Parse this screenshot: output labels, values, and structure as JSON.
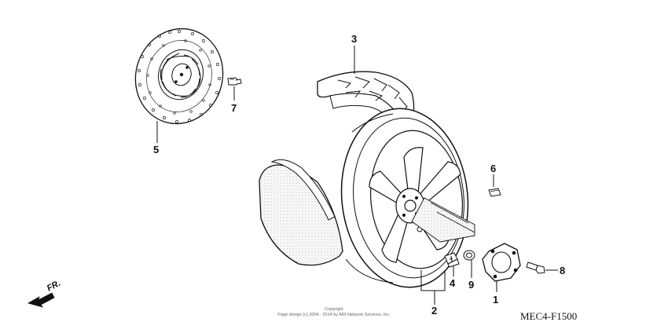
{
  "diagram": {
    "code": "MEC4-F1500",
    "direction_label": "FR.",
    "copyright_line1": "Copyright",
    "copyright_line2": "Page design (c) 2004 - 2014 by ARI Network Services, Inc.",
    "parts": [
      {
        "number": "1",
        "label": "1"
      },
      {
        "number": "2",
        "label": "2"
      },
      {
        "number": "3",
        "label": "3"
      },
      {
        "number": "4",
        "label": "4"
      },
      {
        "number": "5",
        "label": "5"
      },
      {
        "number": "6",
        "label": "6"
      },
      {
        "number": "7",
        "label": "7"
      },
      {
        "number": "8",
        "label": "8"
      },
      {
        "number": "9",
        "label": "9"
      }
    ]
  }
}
